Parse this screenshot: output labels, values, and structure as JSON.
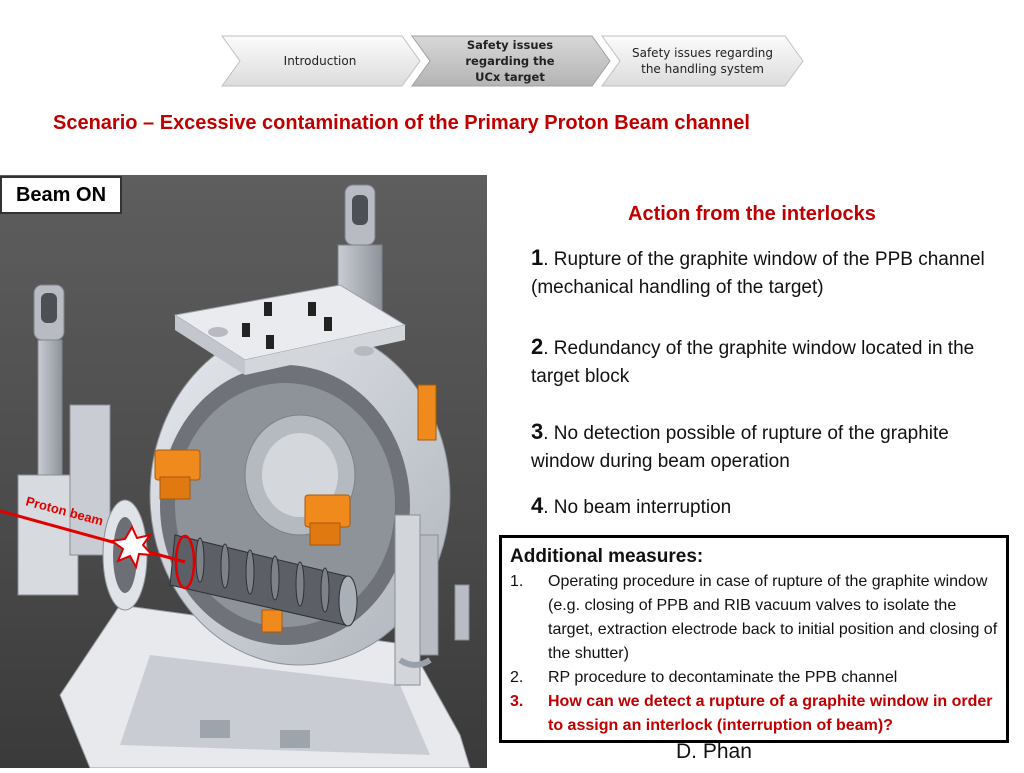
{
  "breadcrumb": {
    "steps": [
      {
        "label": "Introduction"
      },
      {
        "label": "Safety issues regarding the UCx target"
      },
      {
        "label": "Safety issues regarding the handling system"
      }
    ]
  },
  "scenario_title": "Scenario – Excessive contamination of the Primary Proton Beam channel",
  "beam_state": "Beam ON",
  "figure": {
    "proton_beam_label": "Proton beam"
  },
  "interlocks": {
    "title": "Action from the interlocks",
    "items": [
      {
        "num": "1",
        "text": ". Rupture of the graphite window of the PPB channel (mechanical handling of the target)"
      },
      {
        "num": "2",
        "text": ". Redundancy of the graphite window located in the target block"
      },
      {
        "num": "3",
        "text": ". No detection possible of rupture of the graphite window during beam operation"
      },
      {
        "num": "4",
        "text": ". No beam interruption"
      }
    ]
  },
  "measures": {
    "title": "Additional measures:",
    "items": [
      {
        "index": "1.",
        "text": "Operating procedure in case of rupture of the graphite window (e.g. closing of PPB and RIB vacuum valves to isolate the target, extraction electrode back to initial position and closing of the shutter)"
      },
      {
        "index": "2.",
        "text": "RP procedure to decontaminate the PPB channel"
      },
      {
        "index": "3.",
        "text": "How can we detect a rupture of a graphite window in order to assign an interlock (interruption of beam)?"
      }
    ]
  },
  "author": "D. Phan",
  "colors": {
    "accent_red": "#c00000",
    "orange": "#f08a1c",
    "highlight_step": "#c8c8c8"
  }
}
